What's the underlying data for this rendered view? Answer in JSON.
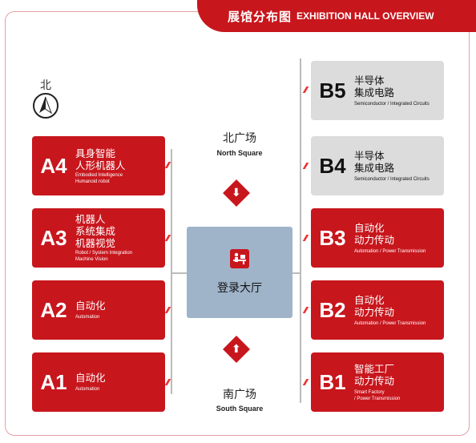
{
  "header": {
    "title_zh": "展馆分布图",
    "title_en": "EXHIBITION HALL OVERVIEW"
  },
  "compass": {
    "label": "北"
  },
  "north_square": {
    "zh": "北广场",
    "en": "North Square"
  },
  "south_square": {
    "zh": "南广场",
    "en": "South Square"
  },
  "lobby": {
    "label": "登录大厅"
  },
  "left_halls": [
    {
      "code": "A4",
      "zh1": "具身智能",
      "zh2": "人形机器人",
      "zh3": "",
      "en1": "Embodied Intelligence",
      "en2": "Humanoid robot"
    },
    {
      "code": "A3",
      "zh1": "机器人",
      "zh2": "系统集成",
      "zh3": "机器视觉",
      "en1": "Robot / System Integration",
      "en2": "Machine Vision"
    },
    {
      "code": "A2",
      "zh1": "自动化",
      "zh2": "",
      "zh3": "",
      "en1": "Automation",
      "en2": ""
    },
    {
      "code": "A1",
      "zh1": "自动化",
      "zh2": "",
      "zh3": "",
      "en1": "Automation",
      "en2": ""
    }
  ],
  "right_halls": [
    {
      "code": "B5",
      "zh1": "半导体",
      "zh2": "集成电路",
      "en1": "Semiconductor / Integrated Circuits",
      "en2": ""
    },
    {
      "code": "B4",
      "zh1": "半导体",
      "zh2": "集成电路",
      "en1": "Semiconductor / Integrated Circuits",
      "en2": ""
    },
    {
      "code": "B3",
      "zh1": "自动化",
      "zh2": "动力传动",
      "en1": "Automation / Power Transmission",
      "en2": ""
    },
    {
      "code": "B2",
      "zh1": "自动化",
      "zh2": "动力传动",
      "en1": "Automation / Power Transmission",
      "en2": ""
    },
    {
      "code": "B1",
      "zh1": "智能工厂",
      "zh2": "动力传动",
      "en1": "Smart Factory",
      "en2": "/ Power Transmission"
    }
  ],
  "colors": {
    "accent": "#c8161d",
    "gray_hall": "#dcdcdc",
    "lobby": "#9fb4c9"
  },
  "icons": [
    "compass-north-icon",
    "arrow-down-icon",
    "arrow-up-icon",
    "registration-desk-icon"
  ]
}
